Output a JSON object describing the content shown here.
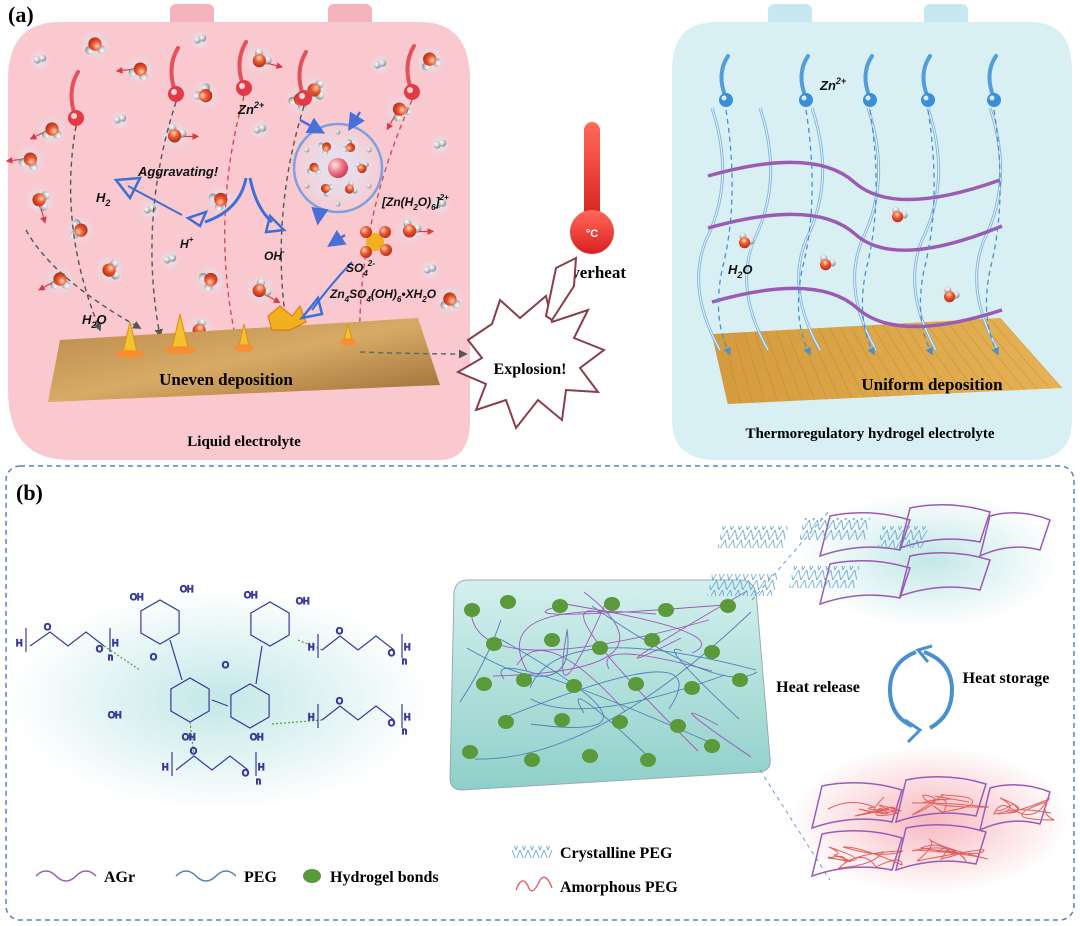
{
  "panel_a": {
    "tag": "(a)",
    "left": {
      "caption": "Liquid electrolyte",
      "zn_label": "Zn",
      "zn_sup": "2+",
      "aggravating": "Aggravating!",
      "h2_label": "H",
      "h2_sub": "2",
      "hplus": "H",
      "hplus_sup": "+",
      "oh": "OH",
      "oh_sup": "-",
      "complex": "[Zn(H",
      "complex_sub": "2",
      "complex_mid": "O)",
      "complex_sub2": "6",
      "complex_end": "]",
      "complex_sup": "2+",
      "so4": "SO",
      "so4_sub": "4",
      "so4_sup": "2-",
      "byproduct": "Zn",
      "byproduct_sub1": "4",
      "byproduct_mid": "SO",
      "byproduct_sub2": "4",
      "byproduct_mid2": "(OH)",
      "byproduct_sub3": "6",
      "byproduct_end": "•XH",
      "byproduct_sub4": "2",
      "byproduct_end2": "O",
      "h2o": "H",
      "h2o_sub": "2",
      "h2o_end": "O",
      "deposition": "Uneven deposition"
    },
    "middle": {
      "overheat": "Overheat",
      "thermo_unit": "°C",
      "explosion": "Explosion!"
    },
    "right": {
      "caption": "Thermoregulatory hydrogel electrolyte",
      "zn_label": "Zn",
      "zn_sup": "2+",
      "h2o": "H",
      "h2o_sub": "2",
      "h2o_end": "O",
      "deposition": "Uniform deposition"
    },
    "colors": {
      "left_bg": "#f9c9cf",
      "right_bg": "#d8f0f3",
      "zn_ion": "#e23b45",
      "zn_ion_right": "#3a8fd6",
      "oxygen": "#e85a2a",
      "hydrogen": "#b9bcbf",
      "electrode": "#c9963b",
      "fiber_purple": "#9a5bb5",
      "fiber_blue": "#7fb2d8"
    }
  },
  "panel_b": {
    "tag": "(b)",
    "heat_release": "Heat release",
    "heat_storage": "Heat storage",
    "chem_h": "H",
    "chem_o": "O",
    "chem_oh": "OH",
    "chem_n": "n",
    "legend": {
      "agr": "AGr",
      "peg": "PEG",
      "hbonds": "Hydrogel bonds",
      "crystalline": "Crystalline PEG",
      "amorphous": "Amorphous PEG"
    },
    "colors": {
      "agr": "#9a5bb5",
      "peg": "#4a7fb8",
      "hbond": "#5a9a3a",
      "crystalline": "#5a9fd0",
      "amorphous": "#e06060",
      "block": "#a8dcd8"
    }
  }
}
